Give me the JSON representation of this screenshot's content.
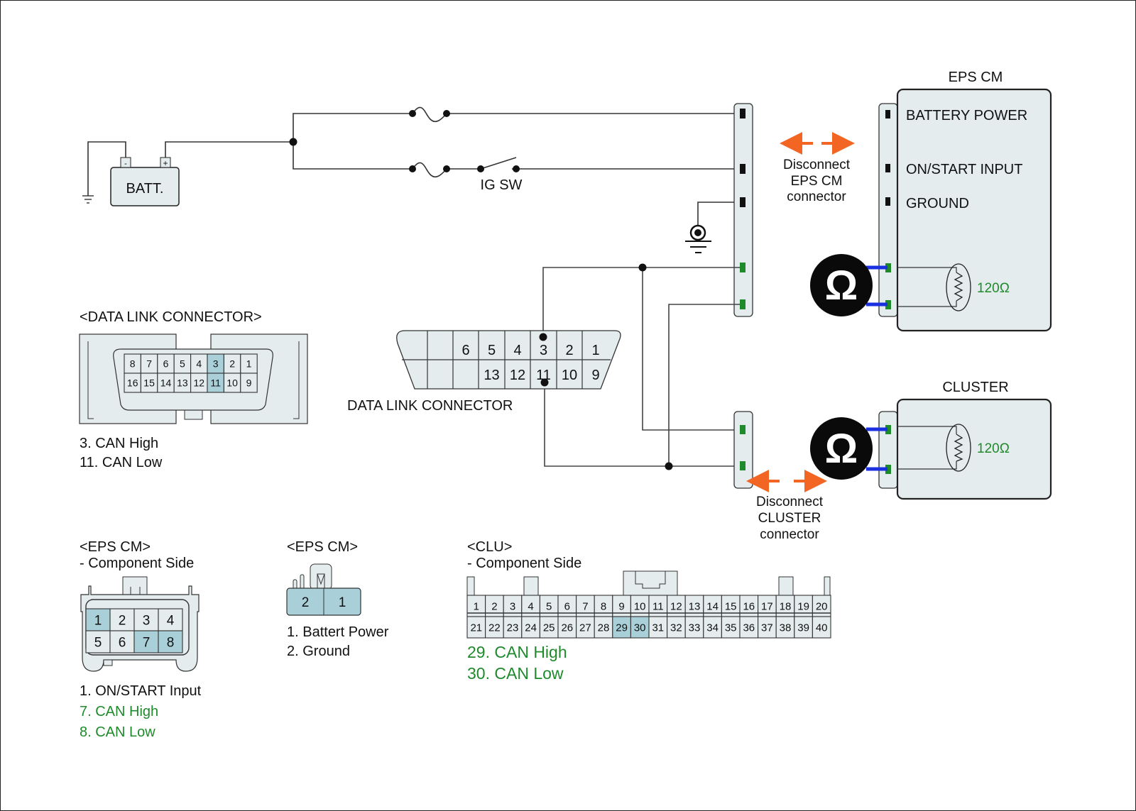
{
  "colors": {
    "wire": "#333333",
    "box_fill": "#e4ecee",
    "pin_highlight": "#a9cfd8",
    "green_text": "#1f8a2b",
    "green_pin": "#1f8a2b",
    "blue_lead": "#1a2fe0",
    "arrow": "#f26522"
  },
  "circuit": {
    "battery_label": "BATT.",
    "battery_neg": "-",
    "battery_pos": "+",
    "ig_sw_label": "IG SW",
    "eps_cm_title": "EPS CM",
    "eps_cm_pins": [
      "BATTERY POWER",
      "ON/START INPUT",
      "GROUND"
    ],
    "eps_cm_resistor": "120Ω",
    "cluster_title": "CLUSTER",
    "cluster_resistor": "120Ω",
    "ohm_symbol": "Ω",
    "disconnect_eps": [
      "Disconnect",
      "EPS CM",
      "connector"
    ],
    "disconnect_cluster": [
      "Disconnect",
      "CLUSTER",
      "connector"
    ],
    "dlc_label": "DATA LINK CONNECTOR",
    "dlc_top_pins": [
      "",
      "",
      "6",
      "5",
      "4",
      "3",
      "2",
      "1"
    ],
    "dlc_bottom_pins": [
      "",
      "",
      "",
      "13",
      "12",
      "11",
      "10",
      "9"
    ]
  },
  "dlc_legend": {
    "title": "<DATA LINK CONNECTOR>",
    "top_row": [
      "8",
      "7",
      "6",
      "5",
      "4",
      "3",
      "2",
      "1"
    ],
    "bottom_row": [
      "16",
      "15",
      "14",
      "13",
      "12",
      "11",
      "10",
      "9"
    ],
    "highlighted": [
      "3",
      "11"
    ],
    "notes": [
      "3. CAN High",
      "11. CAN Low"
    ]
  },
  "eps_cm_8pin": {
    "title": "<EPS CM>",
    "subtitle": "- Component Side",
    "top_row": [
      "1",
      "2",
      "3",
      "4"
    ],
    "bottom_row": [
      "5",
      "6",
      "7",
      "8"
    ],
    "highlighted": [
      "1",
      "7",
      "8"
    ],
    "notes": [
      {
        "text": "1. ON/START Input",
        "green": false
      },
      {
        "text": "7. CAN High",
        "green": true
      },
      {
        "text": "8. CAN Low",
        "green": true
      }
    ]
  },
  "eps_cm_2pin": {
    "title": "<EPS CM>",
    "pins": [
      "2",
      "1"
    ],
    "notes": [
      "1. Battert Power",
      "2. Ground"
    ]
  },
  "clu": {
    "title": "<CLU>",
    "subtitle": "- Component Side",
    "top_row": [
      "1",
      "2",
      "3",
      "4",
      "5",
      "6",
      "7",
      "8",
      "9",
      "10",
      "11",
      "12",
      "13",
      "14",
      "15",
      "16",
      "17",
      "18",
      "19",
      "20"
    ],
    "bottom_row": [
      "21",
      "22",
      "23",
      "24",
      "25",
      "26",
      "27",
      "28",
      "29",
      "30",
      "31",
      "32",
      "33",
      "34",
      "35",
      "36",
      "37",
      "38",
      "39",
      "40"
    ],
    "highlighted": [
      "29",
      "30"
    ],
    "notes": [
      "29. CAN High",
      "30. CAN Low"
    ]
  }
}
